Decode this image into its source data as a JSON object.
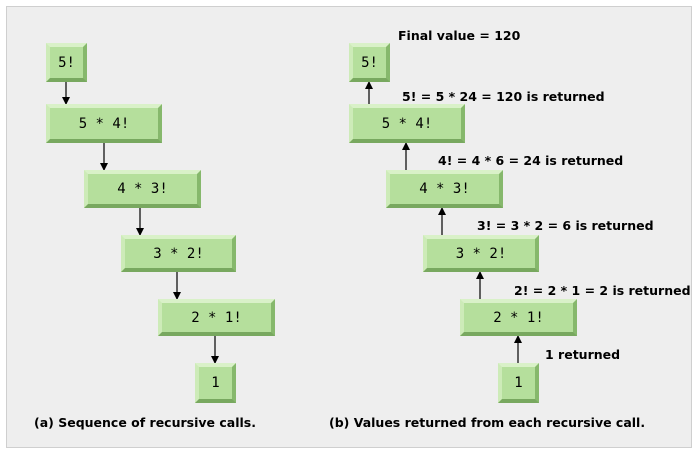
{
  "calls": {
    "caption": "(a) Sequence of recursive calls.",
    "boxes": [
      "5!",
      "5 * 4!",
      "4 * 3!",
      "3 * 2!",
      "2 * 1!",
      "1"
    ]
  },
  "returns": {
    "caption": "(b) Values returned from each recursive call.",
    "boxes": [
      "5!",
      "5 * 4!",
      "4 * 3!",
      "3 * 2!",
      "2 * 1!",
      "1"
    ],
    "labels": [
      "Final value = 120",
      "5! = 5 * 24 = 120 is returned",
      "4! = 4 * 6 = 24 is returned",
      "3! = 3 * 2 = 6 is returned",
      "2! = 2 * 1 = 2 is returned",
      "1 returned"
    ]
  },
  "colors": {
    "box_fill": "#b5df9c",
    "arrow": "#000000",
    "panel_bg": "#eeeeee"
  }
}
